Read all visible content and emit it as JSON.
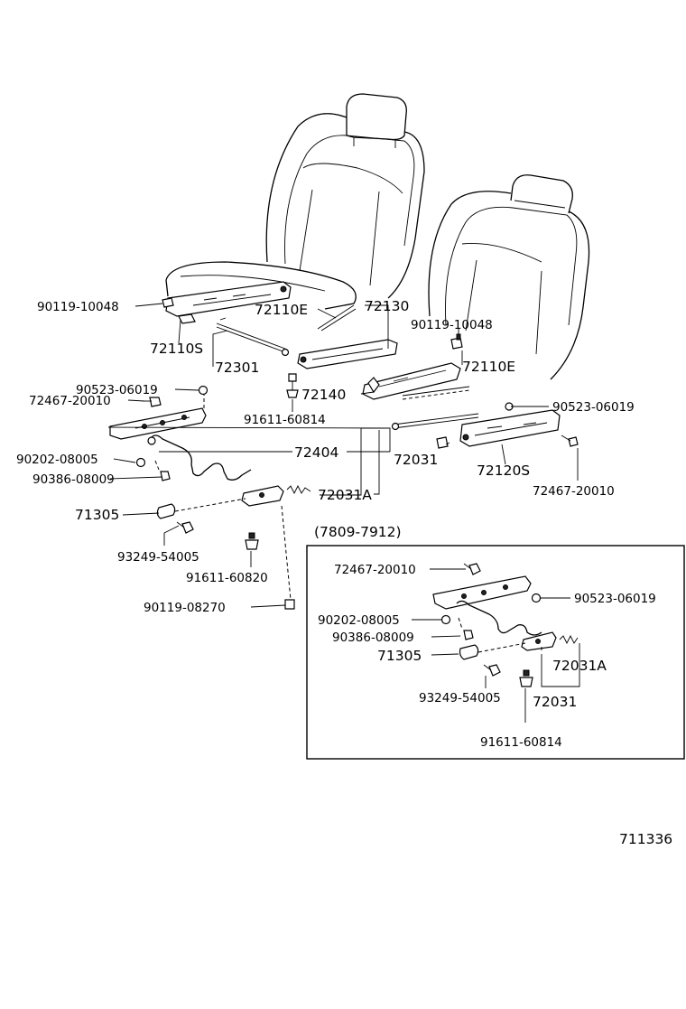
{
  "diagram_code": "711336",
  "variant_label": "(7809-7912)",
  "labels": {
    "l_90119_10048_a": "90119-10048",
    "l_72110S": "72110S",
    "l_72301": "72301",
    "l_72110E_a": "72110E",
    "l_72130": "72130",
    "l_90119_10048_b": "90119-10048",
    "l_72110E_b": "72110E",
    "l_72140": "72140",
    "l_91611_60814_a": "91611-60814",
    "l_90523_06019_a": "90523-06019",
    "l_72467_20010_a": "72467-20010",
    "l_90523_06019_b": "90523-06019",
    "l_90202_08005_a": "90202-08005",
    "l_72404": "72404",
    "l_72031_a": "72031",
    "l_72120S": "72120S",
    "l_90386_08009_a": "90386-08009",
    "l_72467_20010_b": "72467-20010",
    "l_72031A_a": "72031A",
    "l_71305_a": "71305",
    "l_93249_54005_a": "93249-54005",
    "l_91611_60820": "91611-60820",
    "l_90119_08270": "90119-08270",
    "l_72467_20010_c": "72467-20010",
    "l_90523_06019_c": "90523-06019",
    "l_90202_08005_b": "90202-08005",
    "l_90386_08009_b": "90386-08009",
    "l_71305_b": "71305",
    "l_72031A_b": "72031A",
    "l_93249_54005_b": "93249-54005",
    "l_72031_b": "72031",
    "l_91611_60814_b": "91611-60814"
  }
}
